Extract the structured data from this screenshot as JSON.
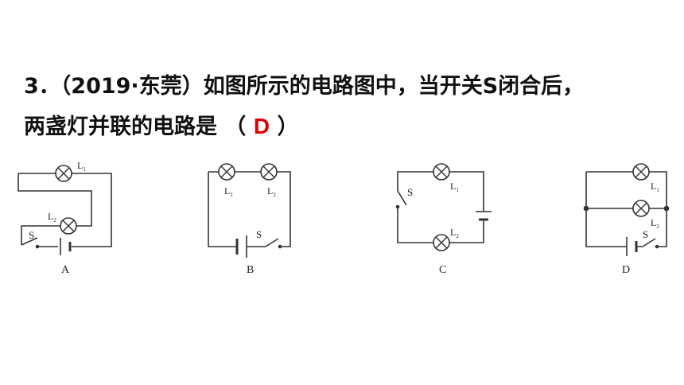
{
  "question": {
    "line1": "3．（2019·东莞）如图所示的电路图中，当开关S闭合后，",
    "line2_prefix": "两盏灯并联的电路是 （ ",
    "answer": "D",
    "line2_suffix": " ）"
  },
  "circuits": [
    {
      "caption": "A",
      "lamp1": "L",
      "lamp1_sub": "1",
      "lamp2": "L",
      "lamp2_sub": "2",
      "switch": "S"
    },
    {
      "caption": "B",
      "lamp1": "L",
      "lamp1_sub": "1",
      "lamp2": "L",
      "lamp2_sub": "2",
      "switch": "S"
    },
    {
      "caption": "C",
      "lamp1": "L",
      "lamp1_sub": "1",
      "lamp2": "L",
      "lamp2_sub": "2",
      "switch": "S"
    },
    {
      "caption": "D",
      "lamp1": "L",
      "lamp1_sub": "1",
      "lamp2": "L",
      "lamp2_sub": "2",
      "switch": "S"
    }
  ],
  "colors": {
    "text": "#111111",
    "answer": "#e00000",
    "wire": "#333333"
  }
}
